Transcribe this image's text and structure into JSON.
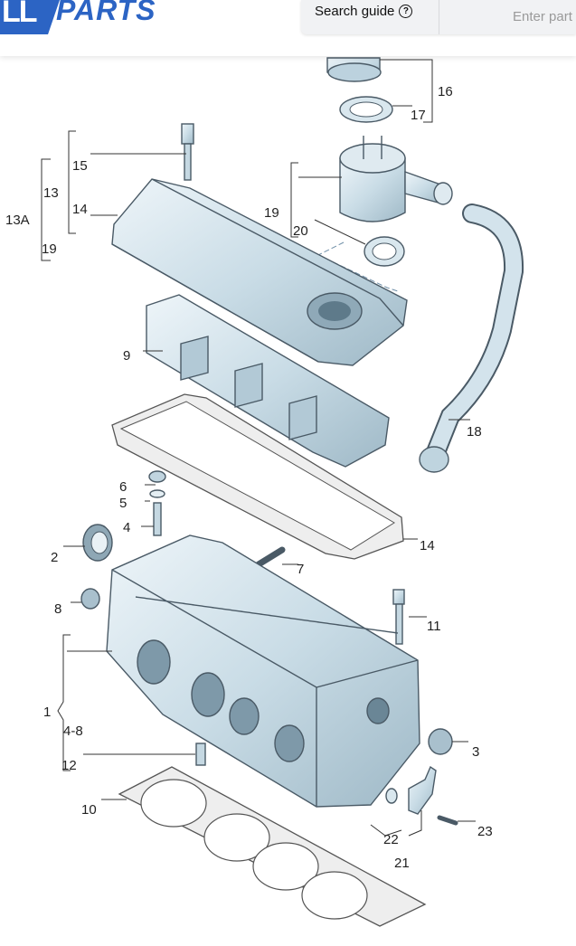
{
  "header": {
    "logo_mark": "LL",
    "logo_text": "PARTS",
    "search_guide_label": "Search guide",
    "search_placeholder": "Enter part"
  },
  "diagram": {
    "labels": {
      "l1": "1",
      "l2": "2",
      "l3": "3",
      "l4": "4",
      "l4_8": "4-8",
      "l5": "5",
      "l6": "6",
      "l7": "7",
      "l8": "8",
      "l9": "9",
      "l10": "10",
      "l11": "11",
      "l12": "12",
      "l13": "13",
      "l13a": "13A",
      "l14a": "14",
      "l14b": "14",
      "l15": "15",
      "l16": "16",
      "l17": "17",
      "l18": "18",
      "l19a": "19",
      "l19b": "19",
      "l20": "20",
      "l21": "21",
      "l22": "22",
      "l23": "23"
    }
  },
  "colors": {
    "brand": "#2c64c4",
    "part_fill": "#cfe0ea",
    "part_stroke": "#4a5a66"
  }
}
